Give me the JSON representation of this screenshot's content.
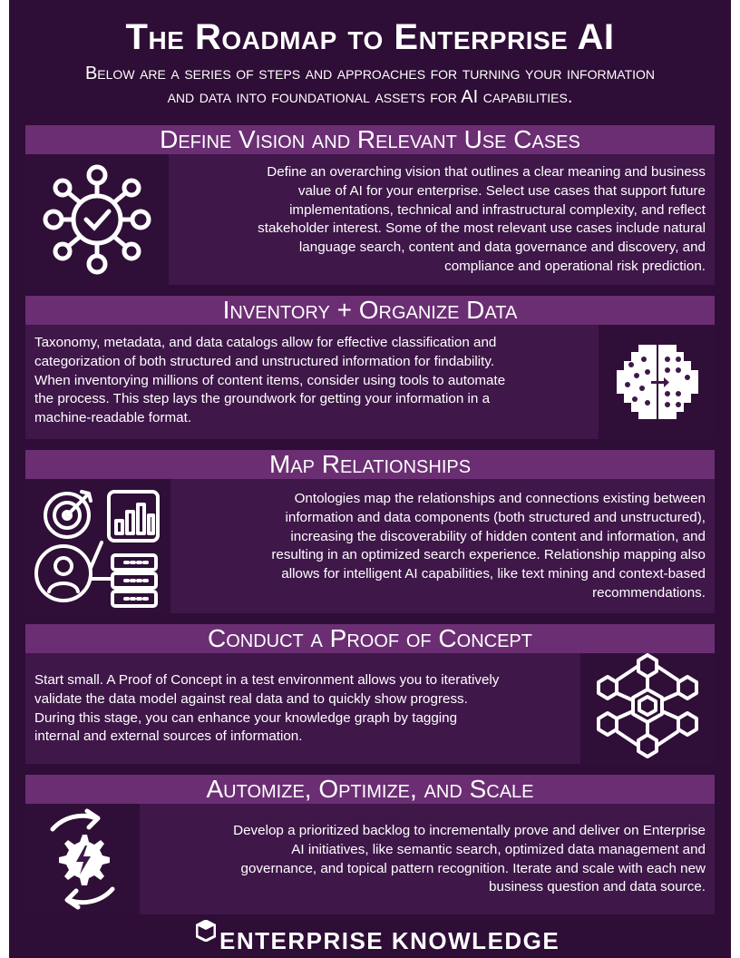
{
  "title": "The Roadmap to Enterprise AI",
  "subtitle_line1": "Below are a series of steps and approaches for turning your information",
  "subtitle_line2": "and data into foundational assets for AI capabilities.",
  "sections": [
    {
      "heading": "Define Vision and Relevant Use Cases",
      "icon": "network-check-icon",
      "lines": [
        "Define an overarching vision that outlines a clear meaning and business",
        "value of AI for your enterprise. Select use cases that support future",
        "implementations, technical and infrastructural complexity, and reflect",
        "stakeholder interest. Some of the most relevant use cases include natural",
        "language search, content and data governance and discovery, and",
        "compliance and operational risk prediction."
      ]
    },
    {
      "heading": "Inventory + Organize Data",
      "icon": "data-organize-icon",
      "lines": [
        "Taxonomy, metadata, and data catalogs allow for effective classification and",
        "categorization of both structured and unstructured information for findability.",
        "When inventorying millions of content items, consider using tools to automate",
        "the process. This step lays the groundwork for getting your information in a",
        "machine-readable format."
      ]
    },
    {
      "heading": "Map Relationships",
      "icon": "relationships-icon",
      "lines": [
        "Ontologies map the relationships and connections existing between",
        "information and data components (both structured and unstructured),",
        "increasing the discoverability of hidden content and information, and",
        "resulting in an optimized search experience. Relationship mapping also",
        "allows for intelligent AI capabilities, like text mining and context-based",
        "recommendations."
      ]
    },
    {
      "heading": "Conduct a Proof of Concept",
      "icon": "hexagon-network-icon",
      "lines": [
        "Start small. A Proof of Concept in a test environment allows you to iteratively",
        "validate the data model against real data and to quickly show progress.",
        "During this stage, you can enhance your knowledge graph by tagging",
        "internal and external sources of information."
      ]
    },
    {
      "heading": "Automize, Optimize, and Scale",
      "icon": "gear-cycle-icon",
      "lines": [
        "Develop a prioritized backlog to incrementally prove and deliver on Enterprise",
        "AI initiatives, like semantic search, optimized data management and",
        "governance, and topical pattern recognition. Iterate and scale with each new",
        "business question and data source."
      ]
    }
  ],
  "footer": {
    "brand": "ENTERPRISE KNOWLEDGE",
    "icon": "enterprise-knowledge-logo-icon"
  },
  "colors": {
    "background": "#2e0d36",
    "section_header": "#6b2e73",
    "section_body": "#3f1749",
    "text": "#ffffff"
  }
}
